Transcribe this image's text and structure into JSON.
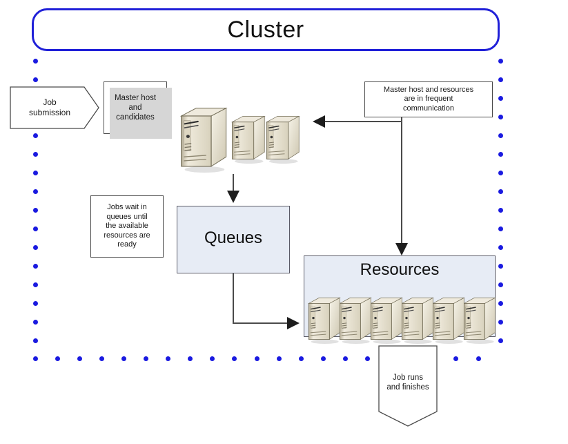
{
  "diagram": {
    "title": "Cluster",
    "type": "architecture-flow-diagram",
    "boundary": {
      "style": "dotted",
      "dot_color": "#1a1ae0",
      "label": "cluster-boundary"
    },
    "accent_color": "#2020d8",
    "container_fill": "#e7ecf5",
    "line_color": "#4a4a4a"
  },
  "nodes": {
    "job_submission": {
      "label_line1": "Job",
      "label_line2": "submission",
      "shape": "pentagon-right",
      "icon": "job-submission-icon"
    },
    "master_host": {
      "label_line1": "Master host",
      "label_line2": "and",
      "label_line3": "candidates",
      "shape": "rectangle-shadow"
    },
    "queues": {
      "label": "Queues",
      "shape": "rectangle"
    },
    "resources": {
      "label": "Resources",
      "shape": "rectangle",
      "server_count": 6
    },
    "job_runs": {
      "label_line1": "Job runs",
      "label_line2": "and finishes",
      "shape": "pentagon-down"
    }
  },
  "annotations": {
    "frequent_communication": {
      "line1": "Master host and resources",
      "line2": "are in frequent",
      "line3": "communication"
    },
    "jobs_wait": {
      "line1": "Jobs wait in",
      "line2": "queues until",
      "line3": "the available",
      "line4": "resources are",
      "line5": "ready"
    }
  },
  "servers": {
    "master_group": [
      {
        "name": "master-host-primary",
        "size": "large"
      },
      {
        "name": "candidate-host-1",
        "size": "small"
      },
      {
        "name": "candidate-host-2",
        "size": "small"
      }
    ],
    "resource_group": [
      {
        "name": "resource-server-1"
      },
      {
        "name": "resource-server-2"
      },
      {
        "name": "resource-server-3"
      },
      {
        "name": "resource-server-4"
      },
      {
        "name": "resource-server-5"
      },
      {
        "name": "resource-server-6"
      }
    ]
  },
  "connectors": [
    {
      "name": "master-to-queues",
      "from": "master_host",
      "to": "queues",
      "direction": "down"
    },
    {
      "name": "queues-to-resources",
      "from": "queues",
      "to": "resources",
      "direction": "down-right"
    },
    {
      "name": "communication-to-master",
      "from": "frequent_communication",
      "to": "master_host",
      "direction": "left"
    },
    {
      "name": "communication-to-resources",
      "from": "frequent_communication",
      "to": "resources",
      "direction": "down"
    }
  ]
}
